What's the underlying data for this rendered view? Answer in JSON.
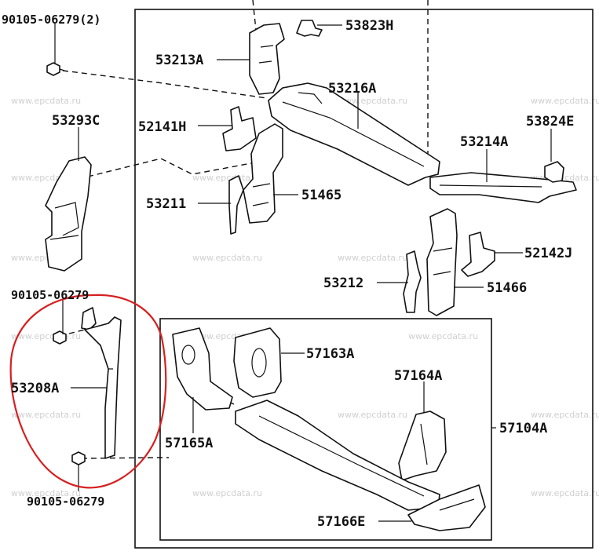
{
  "watermark": "www.epcdata.ru",
  "parts": {
    "bolt_top": "90105-06279(2)",
    "p53293c": "53293C",
    "bolt_mid": "90105-06279",
    "p53208a": "53208A",
    "bolt_bottom": "90105-06279",
    "p53213a": "53213A",
    "p53823h": "53823H",
    "p53216a": "53216A",
    "p52141h": "52141H",
    "p53824e": "53824E",
    "p53214a": "53214A",
    "p53211": "53211",
    "p51465": "51465",
    "p52142j": "52142J",
    "p53212": "53212",
    "p51466": "51466",
    "p57163a": "57163A",
    "p57164a": "57164A",
    "p57104a": "57104A",
    "p57165a": "57165A",
    "p57166e": "57166E"
  },
  "colors": {
    "highlight": "#d62020",
    "line": "#111111",
    "watermark": "#d0d0d0"
  }
}
